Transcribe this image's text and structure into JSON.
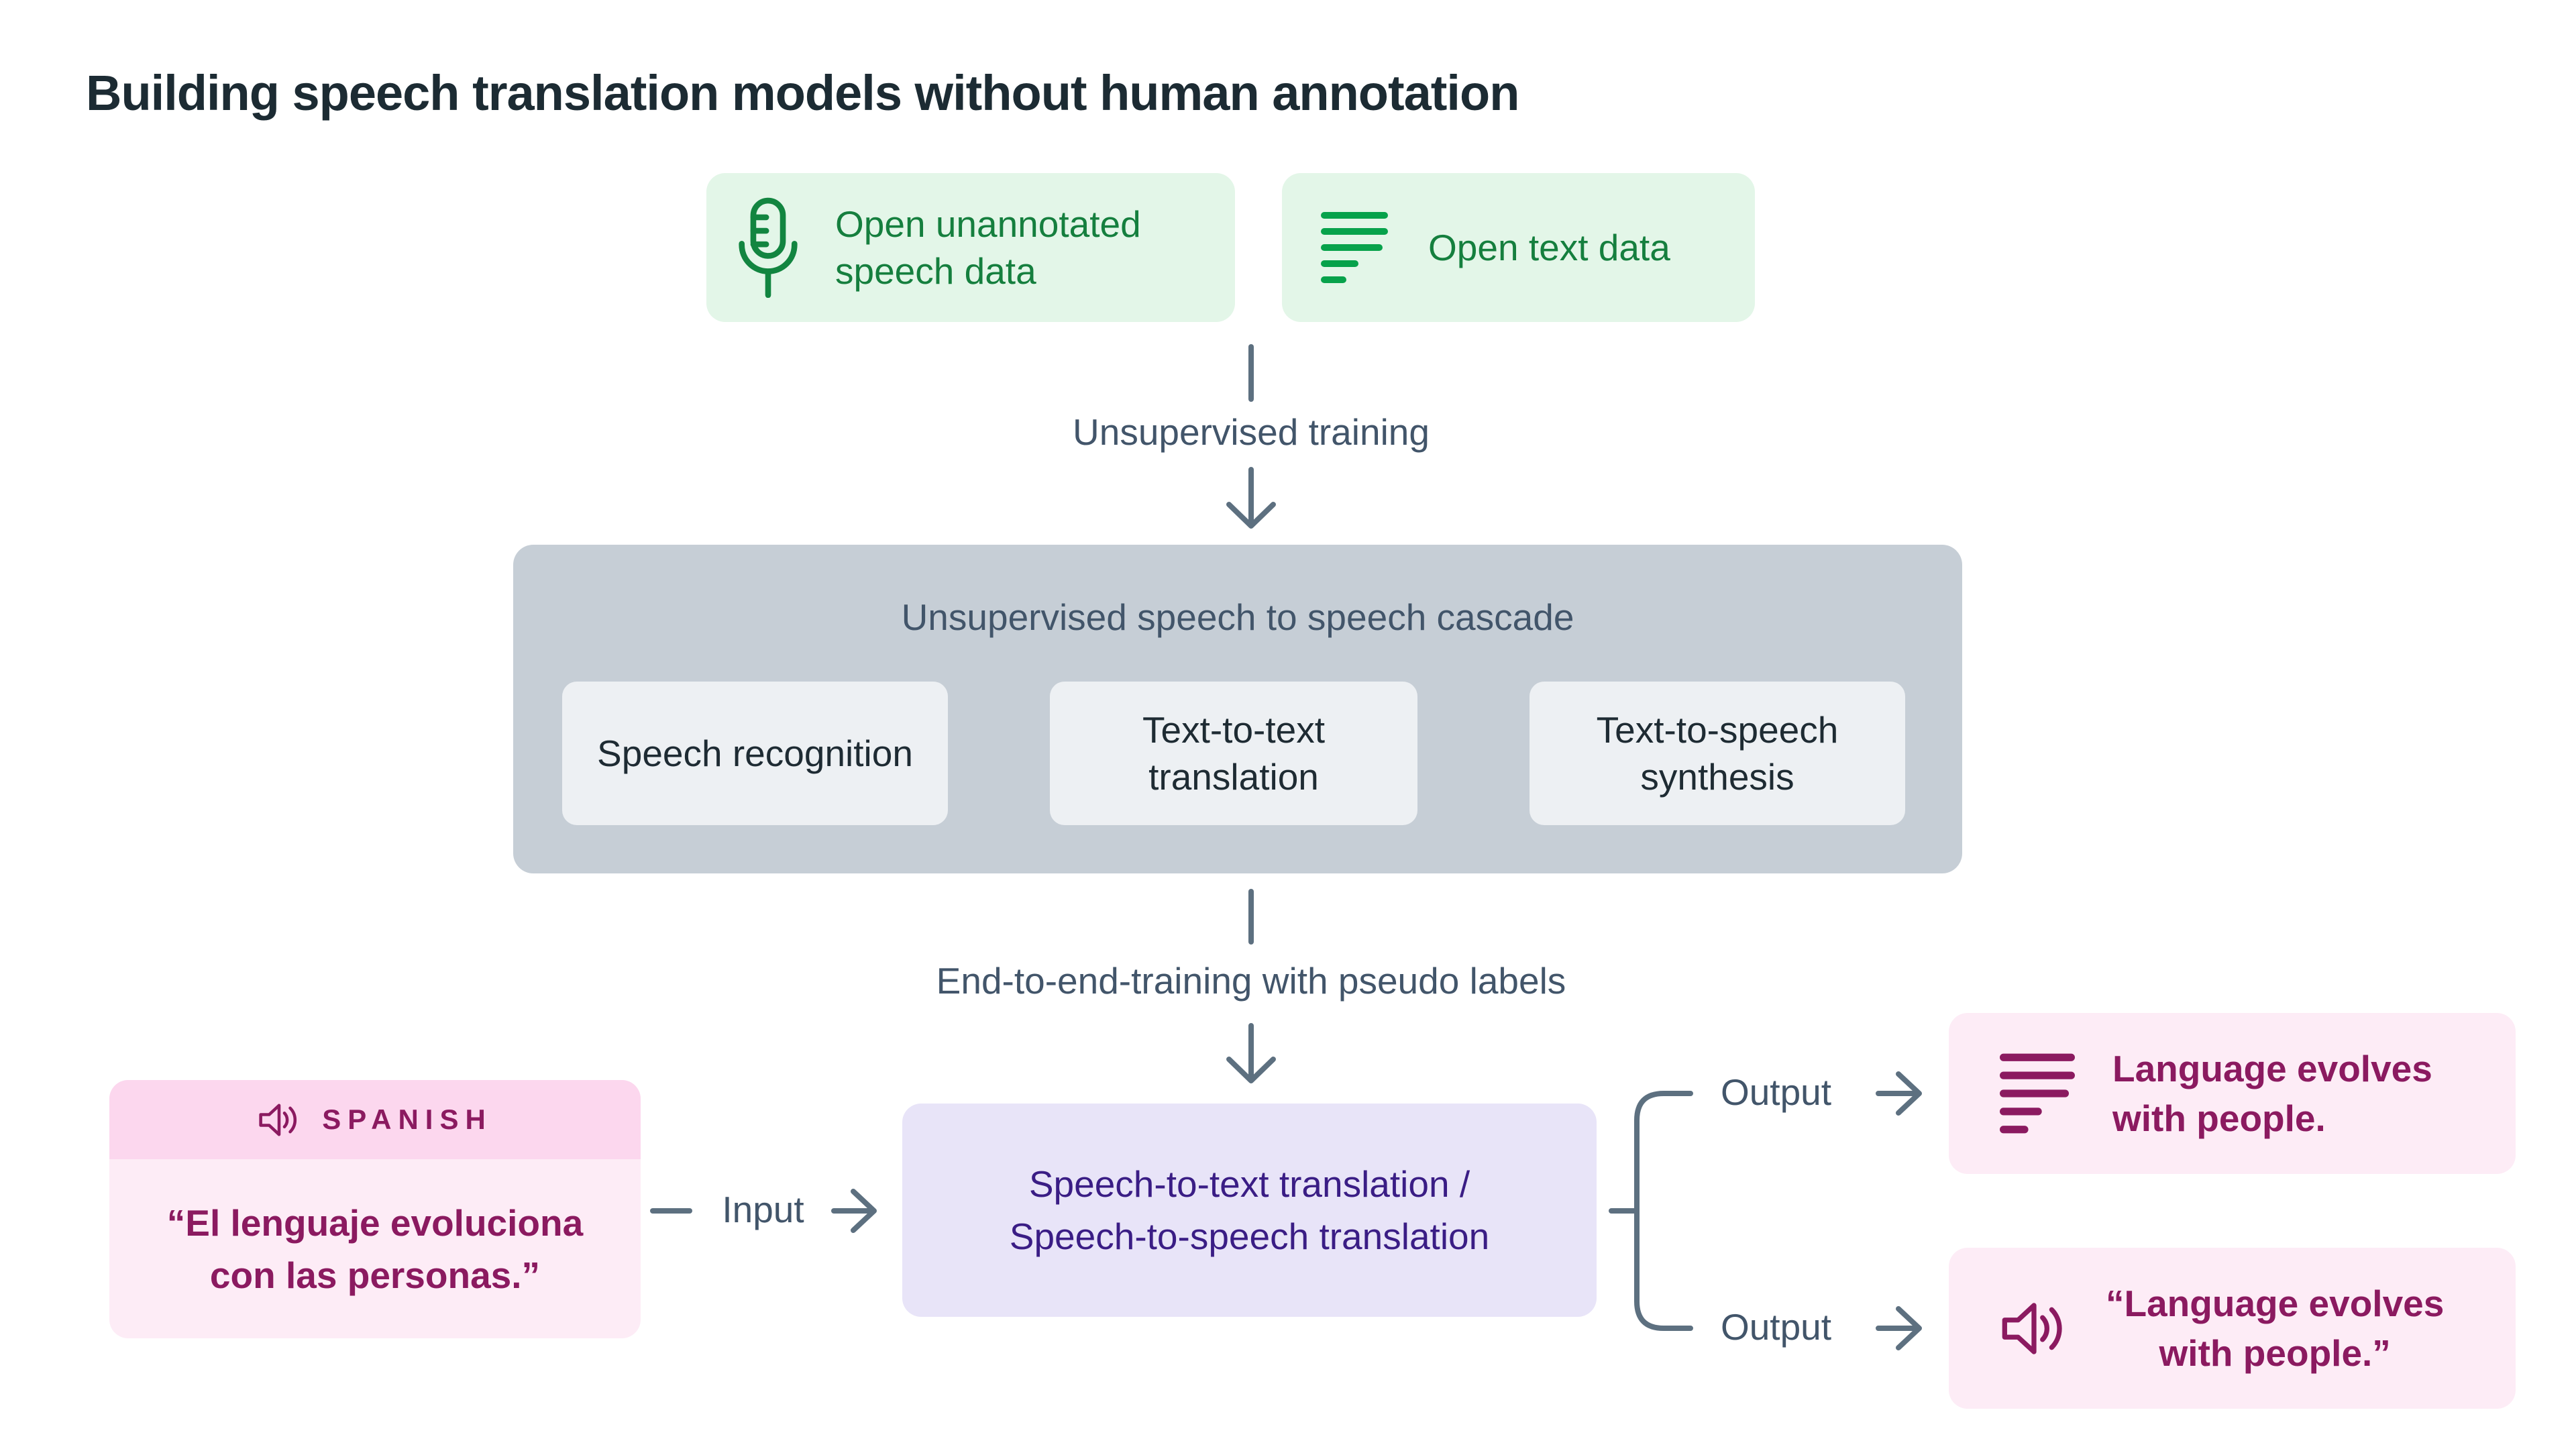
{
  "title": "Building speech translation models without human annotation",
  "data_sources": {
    "speech": {
      "icon": "microphone",
      "label_lines": [
        "Open unannotated",
        "speech data"
      ]
    },
    "text": {
      "icon": "text-lines",
      "label": "Open text data"
    }
  },
  "flow": {
    "step1_label": "Unsupervised training",
    "cascade": {
      "title": "Unsupervised speech to speech cascade",
      "stages": [
        {
          "label": "Speech recognition"
        },
        {
          "label": "Text-to-text translation"
        },
        {
          "label": "Text-to-speech synthesis"
        }
      ]
    },
    "step2_label": "End-to-end-training with pseudo labels",
    "model": {
      "lines": [
        "Speech-to-text translation /",
        "Speech-to-speech translation"
      ]
    }
  },
  "example": {
    "source_card": {
      "icon": "speaker",
      "language": "SPANISH",
      "quote_lines": [
        "“El lenguaje evoluciona",
        "con las personas.”"
      ]
    },
    "input_label": "Input",
    "outputs": [
      {
        "label": "Output",
        "icon": "text-lines",
        "text_lines": [
          "Language evolves",
          "with people."
        ]
      },
      {
        "label": "Output",
        "icon": "speaker",
        "text_lines": [
          "“Language evolves",
          "with people.”"
        ]
      }
    ]
  },
  "colors": {
    "green_text": "#157f3e",
    "green_icon": "#07a24b",
    "green_bg": "#e3f6e8",
    "slate_text": "#42556a",
    "slate_line": "#5d7080",
    "dark_text": "#1c2b33",
    "cascade_bg": "#c6ced6",
    "stage_bg": "#edf0f3",
    "lavender_bg": "#e8e4f8",
    "indigo_text": "#3a1d85",
    "pink_header_bg": "#fcd7ee",
    "pink_bg": "#fdecf6",
    "magenta_text": "#8b1a60"
  }
}
